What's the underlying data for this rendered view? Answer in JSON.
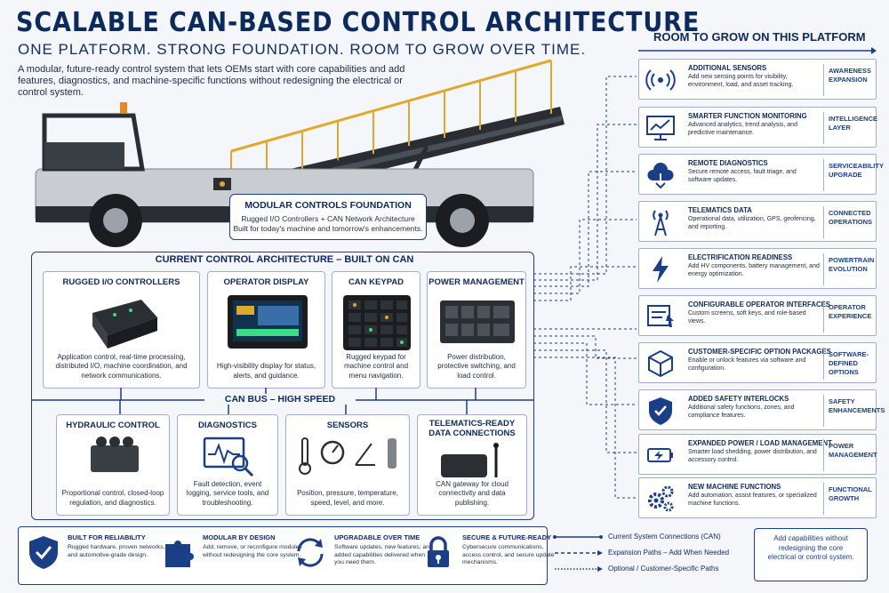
{
  "header": {
    "title": "SCALABLE CAN-BASED CONTROL ARCHITECTURE",
    "subtitle": "ONE PLATFORM. STRONG FOUNDATION. ROOM TO GROW OVER TIME.",
    "intro": "A modular, future-ready control system that lets OEMs start with core capabilities and add features, diagnostics, and machine-specific functions without redesigning the electrical or control system."
  },
  "foundation": {
    "title": "MODULAR CONTROLS FOUNDATION",
    "line1": "Rugged I/O Controllers + CAN Network Architecture",
    "line2": "Built for today's machine and tomorrow's enhancements."
  },
  "current": {
    "title": "CURRENT CONTROL ARCHITECTURE – BUILT ON CAN",
    "cards": [
      {
        "title": "RUGGED I/O CONTROLLERS",
        "desc": "Application control, real-time processing, distributed I/O, machine coordination, and network communications."
      },
      {
        "title": "OPERATOR DISPLAY",
        "desc": "High-visibility display for status, alerts, and guidance."
      },
      {
        "title": "CAN KEYPAD",
        "desc": "Rugged keypad for machine control and menu navigation."
      },
      {
        "title": "POWER MANAGEMENT",
        "desc": "Power distribution, protective switching, and load control."
      }
    ],
    "bus_label": "CAN BUS – HIGH SPEED",
    "lower_cards": [
      {
        "title": "HYDRAULIC CONTROL",
        "desc": "Proportional control, closed-loop regulation, and diagnostics."
      },
      {
        "title": "DIAGNOSTICS",
        "desc": "Fault detection, event logging, service tools, and troubleshooting."
      },
      {
        "title": "SENSORS",
        "desc": "Position, pressure, temperature, speed, level, and more."
      },
      {
        "title": "TELEMATICS-READY DATA CONNECTIONS",
        "desc": "CAN gateway for cloud connectivity and data publishing."
      }
    ]
  },
  "grow": {
    "title": "ROOM TO GROW ON THIS PLATFORM",
    "rows": [
      {
        "icon": "sensor-waves-icon",
        "title": "ADDITIONAL SENSORS",
        "desc": "Add new sensing points for visibility, environment, load, and asset tracking.",
        "tag": "AWARENESS EXPANSION"
      },
      {
        "icon": "monitor-chart-icon",
        "title": "SMARTER FUNCTION MONITORING",
        "desc": "Advanced analytics, trend analysis, and predictive maintenance.",
        "tag": "INTELLIGENCE LAYER"
      },
      {
        "icon": "cloud-download-icon",
        "title": "REMOTE DIAGNOSTICS",
        "desc": "Secure remote access, fault triage, and software updates.",
        "tag": "SERVICEABILITY UPGRADE"
      },
      {
        "icon": "antenna-tower-icon",
        "title": "TELEMATICS DATA",
        "desc": "Operational data, utilization, GPS, geofencing, and reporting.",
        "tag": "CONNECTED OPERATIONS"
      },
      {
        "icon": "lightning-bolt-icon",
        "title": "ELECTRIFICATION READINESS",
        "desc": "Add HV components, battery management, and energy optimization.",
        "tag": "POWERTRAIN EVOLUTION"
      },
      {
        "icon": "operator-interface-icon",
        "title": "CONFIGURABLE OPERATOR INTERFACES",
        "desc": "Custom screens, soft keys, and role-based views.",
        "tag": "OPERATOR EXPERIENCE"
      },
      {
        "icon": "package-cube-icon",
        "title": "CUSTOMER-SPECIFIC OPTION PACKAGES",
        "desc": "Enable or unlock features via software and configuration.",
        "tag": "SOFTWARE-DEFINED OPTIONS"
      },
      {
        "icon": "safety-shield-icon",
        "title": "ADDED SAFETY INTERLOCKS",
        "desc": "Additional safety functions, zones, and compliance features.",
        "tag": "SAFETY ENHANCEMENTS"
      },
      {
        "icon": "battery-icon",
        "title": "EXPANDED POWER / LOAD MANAGEMENT",
        "desc": "Smarter load shedding, power distribution, and accessory control.",
        "tag": "POWER MANAGEMENT"
      },
      {
        "icon": "gears-icon",
        "title": "NEW MACHINE FUNCTIONS",
        "desc": "Add automation, assist features, or specialized machine functions.",
        "tag": "FUNCTIONAL GROWTH"
      }
    ]
  },
  "benefits": [
    {
      "icon": "shield-check-icon",
      "title": "BUILT FOR RELIABILITY",
      "desc": "Rugged hardware, proven networks, and automotive-grade design."
    },
    {
      "icon": "puzzle-piece-icon",
      "title": "MODULAR BY DESIGN",
      "desc": "Add, remove, or reconfigure modules without redesigning the core system."
    },
    {
      "icon": "refresh-arrows-icon",
      "title": "UPGRADABLE OVER TIME",
      "desc": "Software updates, new features, and added capabilities delivered when you need them."
    },
    {
      "icon": "padlock-icon",
      "title": "SECURE & FUTURE-READY",
      "desc": "Cybersecure communications, access control, and secure update mechanisms."
    }
  ],
  "legend": {
    "solid": "Current System Connections (CAN)",
    "dashed": "Expansion Paths – Add When Needed",
    "dotted": "Optional / Customer-Specific Paths",
    "note": "Add capabilities without redesigning the core electrical or control system."
  },
  "colors": {
    "navy": "#0d2a5c",
    "accent": "#1a3f86",
    "belt_rail": "#e0a92b"
  }
}
